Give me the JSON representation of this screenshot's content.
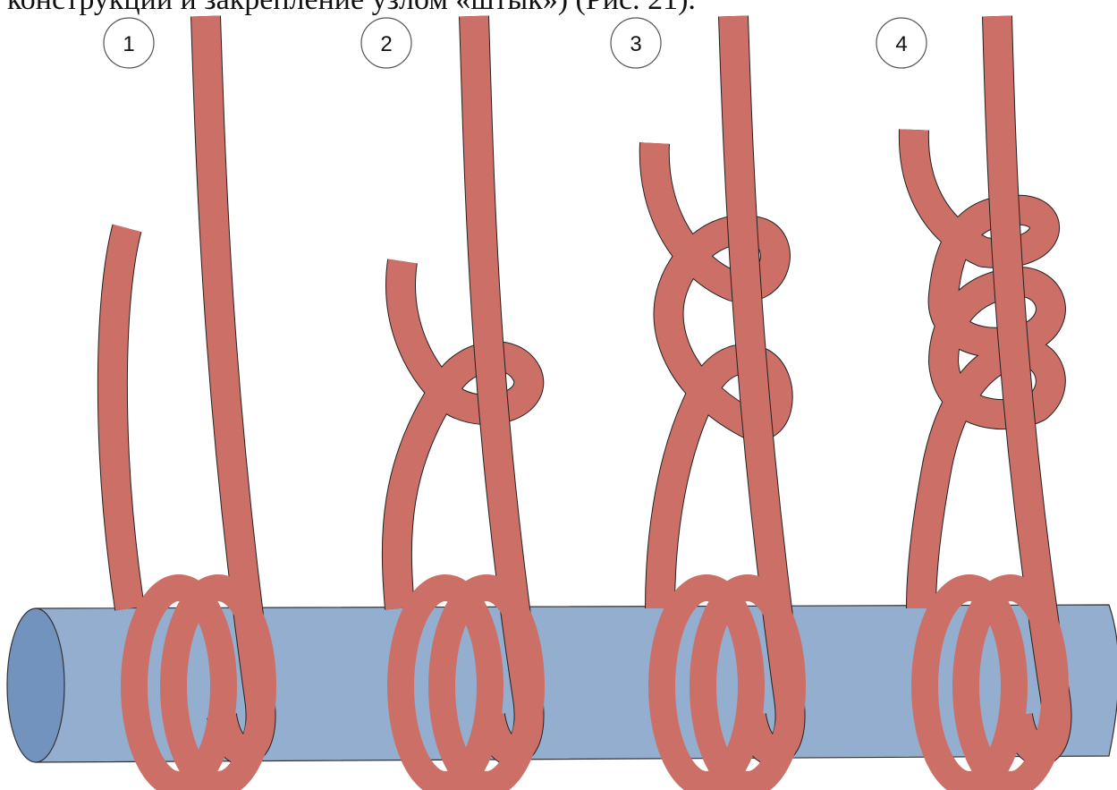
{
  "caption": "конструкции и закрепление узлом «штык») (Рис. 21).",
  "step_labels": [
    "1",
    "2",
    "3",
    "4"
  ],
  "colors": {
    "rope": "#cc6f67",
    "rope_outline": "#222222",
    "pipe": "#94aecf",
    "pipe_end": "#7393bf",
    "pipe_outline": "#333333"
  }
}
